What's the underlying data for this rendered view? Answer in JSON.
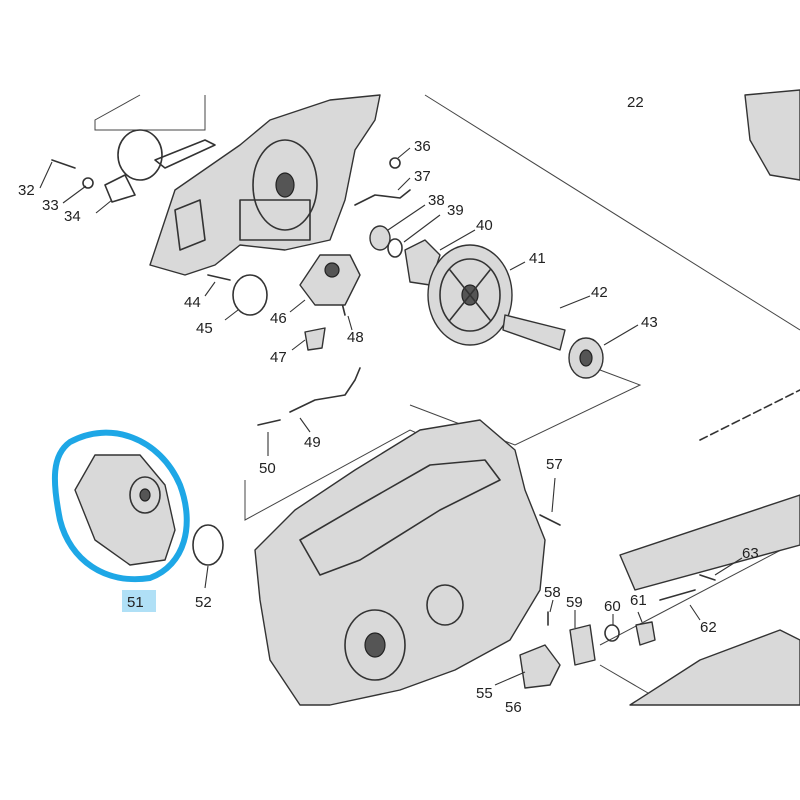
{
  "diagram": {
    "highlight_color": "#1ea7e6",
    "highlighted_part": "51",
    "part_labels": [
      "22",
      "32",
      "33",
      "34",
      "36",
      "37",
      "38",
      "39",
      "40",
      "41",
      "42",
      "43",
      "44",
      "45",
      "46",
      "47",
      "48",
      "49",
      "50",
      "51",
      "52",
      "55",
      "56",
      "57",
      "58",
      "59",
      "60",
      "61",
      "62",
      "63"
    ]
  }
}
